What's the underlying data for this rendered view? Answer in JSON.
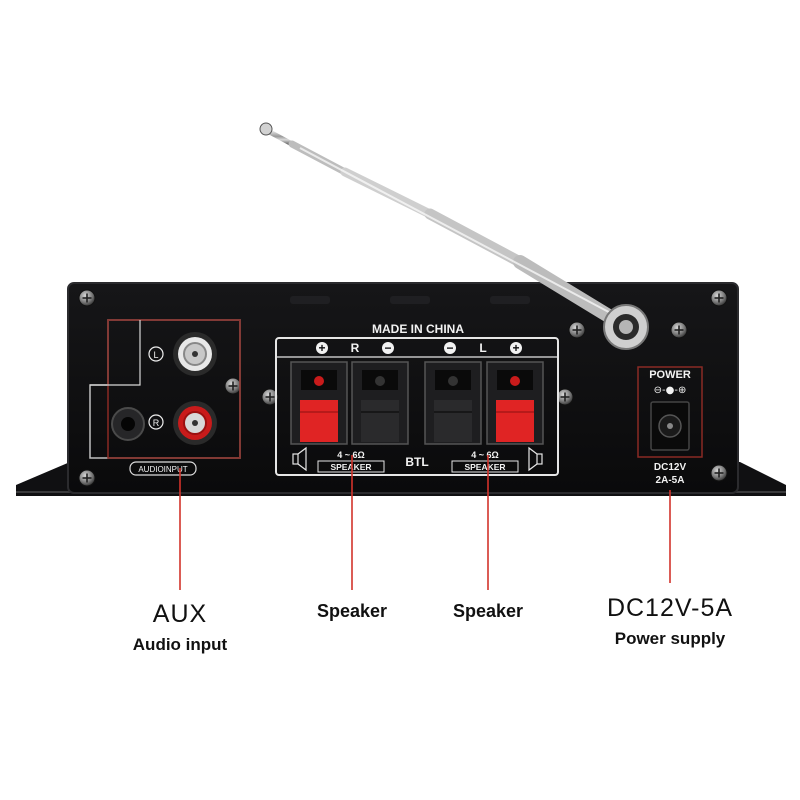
{
  "colors": {
    "chassis": "#0d0d0f",
    "plate": "#1a1a1c",
    "callout_line": "#d2332b",
    "jack_red": "#c91b1b",
    "jack_white": "#e8e8e8",
    "clip_red": "#e02424",
    "text_on_device": "#f2f2f2",
    "label_text": "#111111"
  },
  "device": {
    "made_in": "MADE IN CHINA",
    "polarity_row": [
      "+",
      "R",
      "−",
      "−",
      "L",
      "+"
    ],
    "input_l": "L",
    "input_r": "R",
    "audio_input_label": "AUDIOINPUT",
    "speaker_right_label": "SPEAKER",
    "speaker_right_impedance": "4 ~ 6Ω",
    "btl": "BTL",
    "speaker_left_label": "SPEAKER",
    "speaker_left_impedance": "4 ~ 6Ω",
    "power_label": "POWER",
    "power_polarity": "⊖-●-⊕",
    "dc_rating_1": "DC12V",
    "dc_rating_2": "2A-5A"
  },
  "annotations": {
    "aux_title": "AUX",
    "aux_sub": "Audio input",
    "speaker_1": "Speaker",
    "speaker_2": "Speaker",
    "power_title": "DC12V-5A",
    "power_sub": "Power supply"
  }
}
